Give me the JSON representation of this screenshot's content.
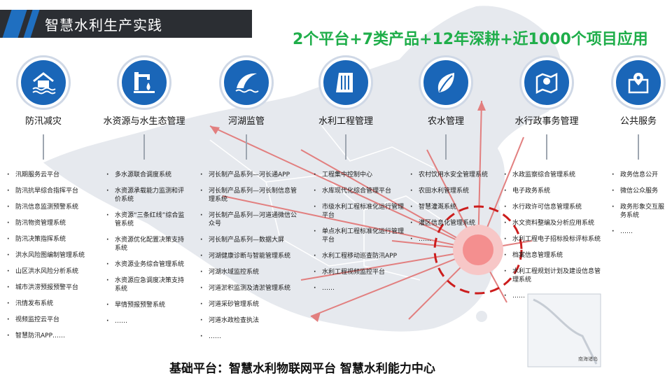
{
  "title": "智慧水利生产实践",
  "slogan": "2个平台+7类产品+12年深耕+近1000个项目应用",
  "categories": [
    {
      "label": "防汛减灾",
      "icon": "flood-house-icon",
      "items": [
        "汛期服务云平台",
        "防汛抗旱综合指挥平台",
        "防汛信息监测预警系统",
        "防汛物资管理系统",
        "防汛决策指挥系统",
        "洪水风险图编制管理系统",
        "山区洪水风险分析系统",
        "城市洪涝预报预警平台",
        "汛情发布系统",
        "视频监控云平台",
        "智慧防汛APP……"
      ]
    },
    {
      "label": "水资源与水生态管理",
      "icon": "water-tap-icon",
      "items": [
        "多水源联合调度系统",
        "水资源承载能力监测和评价系统",
        "水资源“三条红线”综合监管系统",
        "水资源优化配置决策支持系统",
        "水资源业务综合管理系统",
        "水资源应急调度决策支持系统",
        "旱情预报预警系统",
        "……"
      ]
    },
    {
      "label": "河湖监管",
      "icon": "river-lake-icon",
      "items": [
        "河长制产品系列—河长通APP",
        "河长制产品系列—河长制信息管理系统",
        "河长制产品系列—河道通微信公众号",
        "河长制产品系列—数据大屏",
        "河湖健康诊断与智能管理系统",
        "河湖水域监控系统",
        "河道淤积监测及清淤管理系统",
        "河道采砂管理系统",
        "河道水政检查执法",
        "……"
      ]
    },
    {
      "label": "水利工程管理",
      "icon": "dam-icon",
      "items": [
        "工程集中控制中心",
        "水库现代化综合管理平台",
        "市级水利工程标准化运行管理平台",
        "单点水利工程标准化运行管理平台",
        "水利工程移动巡查防汛APP",
        "水利工程视频监控平台",
        "……"
      ]
    },
    {
      "label": "农水管理",
      "icon": "leaf-icon",
      "items": [
        "农村饮用水安全管理系统",
        "农田水利管理系统",
        "智慧灌溉系统",
        "灌区信息化管理系统",
        "……"
      ]
    },
    {
      "label": "水行政事务管理",
      "icon": "map-pin-icon",
      "items": [
        "水政监察综合管理系统",
        "电子政务系统",
        "水行政许可信息管理系统",
        "水文资料整编及分析应用系统",
        "水利工程电子招标投标评标系统",
        "档案信息管理系统",
        "水利工程规划计划及建设信息管理系统",
        "……"
      ]
    },
    {
      "label": "公共服务",
      "icon": "location-map-icon",
      "items": [
        "政务信息公开",
        "微信公众服务",
        "政务形象交互服务系统",
        "……"
      ]
    }
  ],
  "footer": "基础平台：智慧水利物联网平台   智慧水利能力中心",
  "inset_label": "南海诸岛"
}
